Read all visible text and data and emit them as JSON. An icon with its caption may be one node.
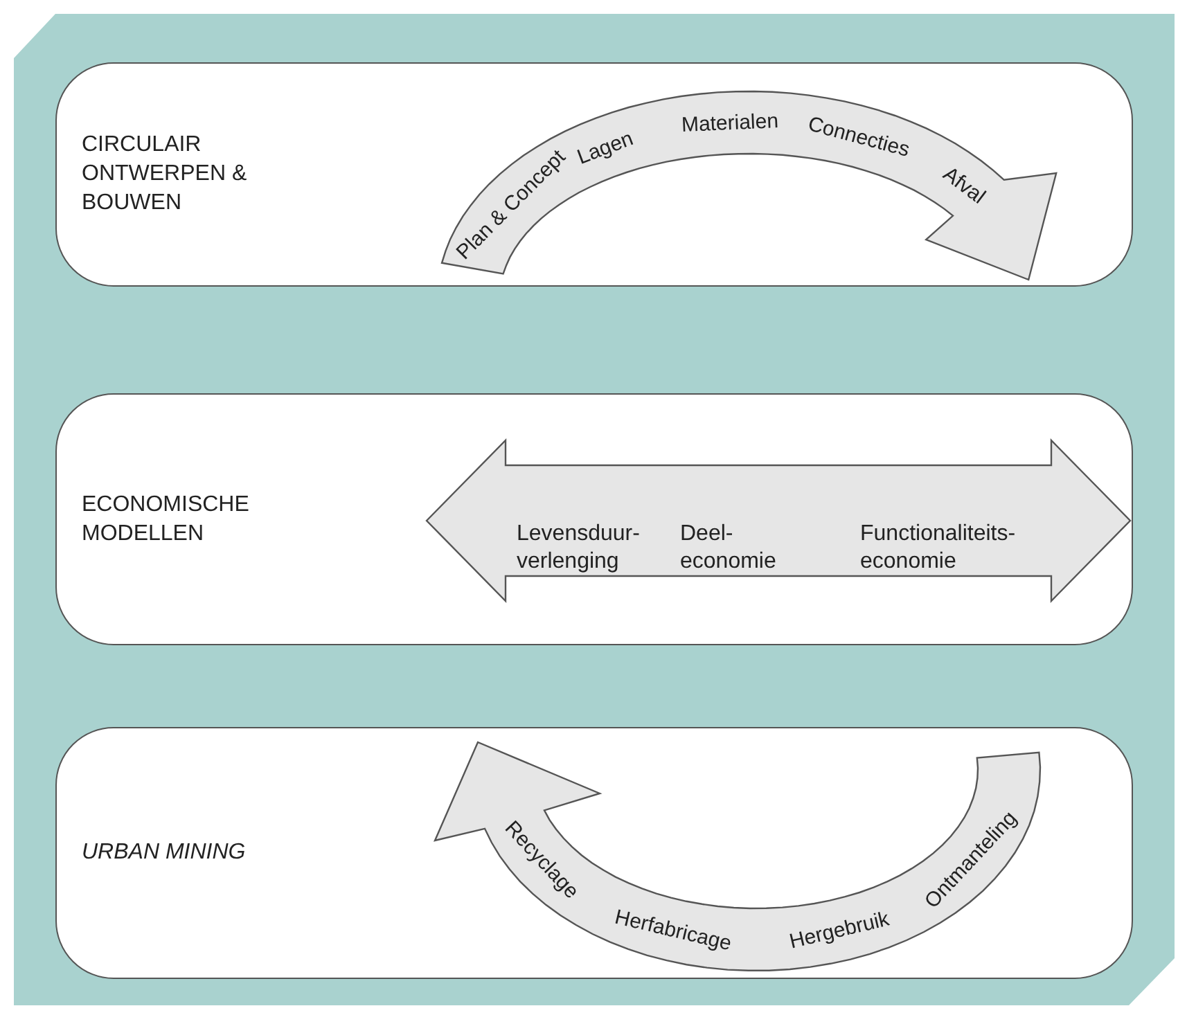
{
  "diagram": {
    "nodes": [
      {
        "text": [
          "CIRCULAIR ONTWERPEN & BOUWEN"
        ]
      },
      {
        "text": [
          "Plan & Concept",
          "Lagen",
          "Materialen",
          "Connecties",
          "Afval"
        ],
        "in": 0
      },
      {
        "text": [
          "ECONOMISCHE MODELLEN"
        ]
      },
      {
        "text": [
          "Levensduur- verlenging",
          "Deel- economie",
          "Functionaliteits- economie"
        ],
        "in": 2
      },
      {
        "text": [
          "URBAN MINING"
        ]
      },
      {
        "text": [
          "Recyclage",
          "Herfabricage",
          "Hergebruik",
          "Ontmanteling"
        ],
        "in": 4
      }
    ],
    "edges": []
  }
}
